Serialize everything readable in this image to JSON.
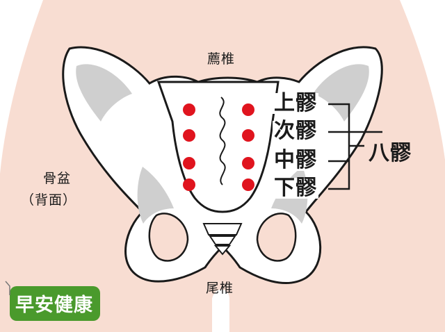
{
  "labels": {
    "sacrum": "薦椎",
    "coccyx": "尾椎",
    "pelvis_line1": "骨盆",
    "pelvis_line2": "（背面）",
    "upper": "上髎",
    "second": "次髎",
    "middle": "中髎",
    "lower": "下髎",
    "eight": "八髎"
  },
  "logo": {
    "text": "早安健康"
  },
  "colors": {
    "skin": "#f8ddd2",
    "bone": "#ffffff",
    "bone_shadow": "#cfcfcf",
    "outline": "#1a1a1a",
    "acupoint": "#e0141e",
    "logo_green": "#4a9a2c"
  }
}
